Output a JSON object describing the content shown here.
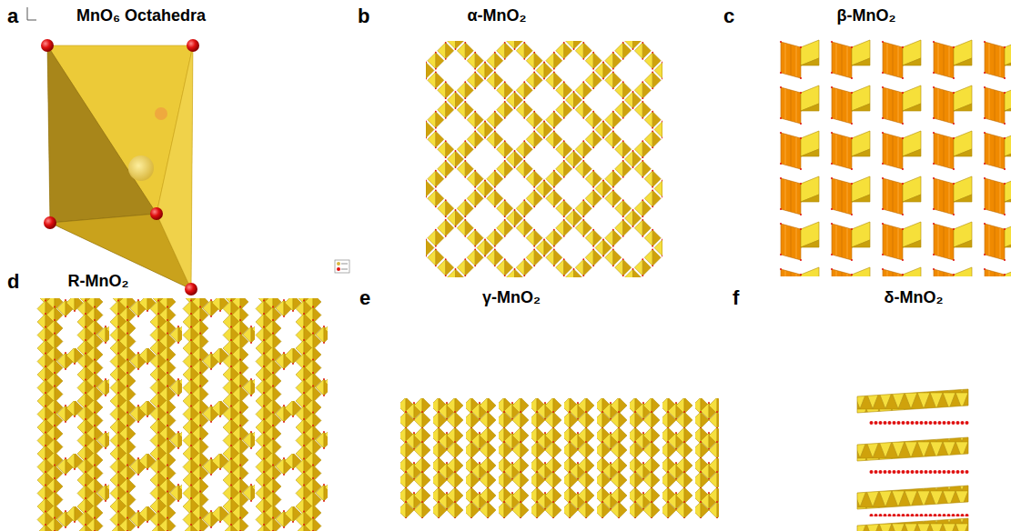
{
  "diagram": {
    "labels": [
      "a",
      "MnO₆ Octahedra",
      "b",
      "α-MnO₂",
      "c",
      "β-MnO₂",
      "d",
      "R-MnO₂",
      "e",
      "γ-MnO₂",
      "f",
      "δ-MnO₂"
    ]
  }
}
